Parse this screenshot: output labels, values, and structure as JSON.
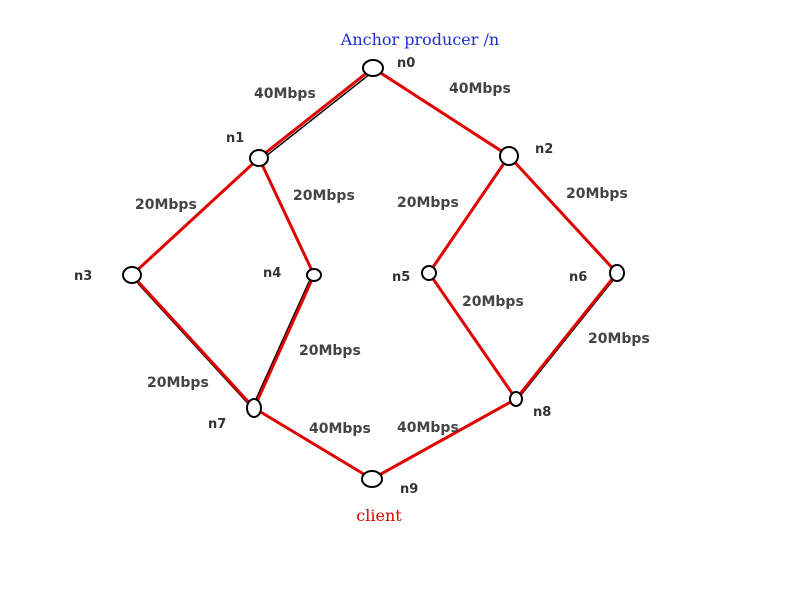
{
  "diagram": {
    "producer_label": "Anchor producer /n",
    "client_label": "client",
    "colors": {
      "producer": "#1a2fd6",
      "client": "#e00000",
      "path": "#e00000",
      "link": "#000000",
      "node_stroke": "#000000"
    },
    "nodes": [
      {
        "id": "n0",
        "label": "n0"
      },
      {
        "id": "n1",
        "label": "n1"
      },
      {
        "id": "n2",
        "label": "n2"
      },
      {
        "id": "n3",
        "label": "n3"
      },
      {
        "id": "n4",
        "label": "n4"
      },
      {
        "id": "n5",
        "label": "n5"
      },
      {
        "id": "n6",
        "label": "n6"
      },
      {
        "id": "n7",
        "label": "n7"
      },
      {
        "id": "n8",
        "label": "n8"
      },
      {
        "id": "n9",
        "label": "n9"
      }
    ],
    "links": [
      {
        "from": "n0",
        "to": "n1",
        "bandwidth": "40Mbps"
      },
      {
        "from": "n0",
        "to": "n2",
        "bandwidth": "40Mbps"
      },
      {
        "from": "n1",
        "to": "n3",
        "bandwidth": "20Mbps"
      },
      {
        "from": "n1",
        "to": "n4",
        "bandwidth": "20Mbps"
      },
      {
        "from": "n2",
        "to": "n5",
        "bandwidth": "20Mbps"
      },
      {
        "from": "n2",
        "to": "n6",
        "bandwidth": "20Mbps"
      },
      {
        "from": "n3",
        "to": "n7",
        "bandwidth": "20Mbps"
      },
      {
        "from": "n4",
        "to": "n7",
        "bandwidth": "20Mbps"
      },
      {
        "from": "n5",
        "to": "n8",
        "bandwidth": "20Mbps"
      },
      {
        "from": "n6",
        "to": "n8",
        "bandwidth": "20Mbps"
      },
      {
        "from": "n7",
        "to": "n9",
        "bandwidth": "40Mbps"
      },
      {
        "from": "n8",
        "to": "n9",
        "bandwidth": "40Mbps"
      }
    ]
  }
}
